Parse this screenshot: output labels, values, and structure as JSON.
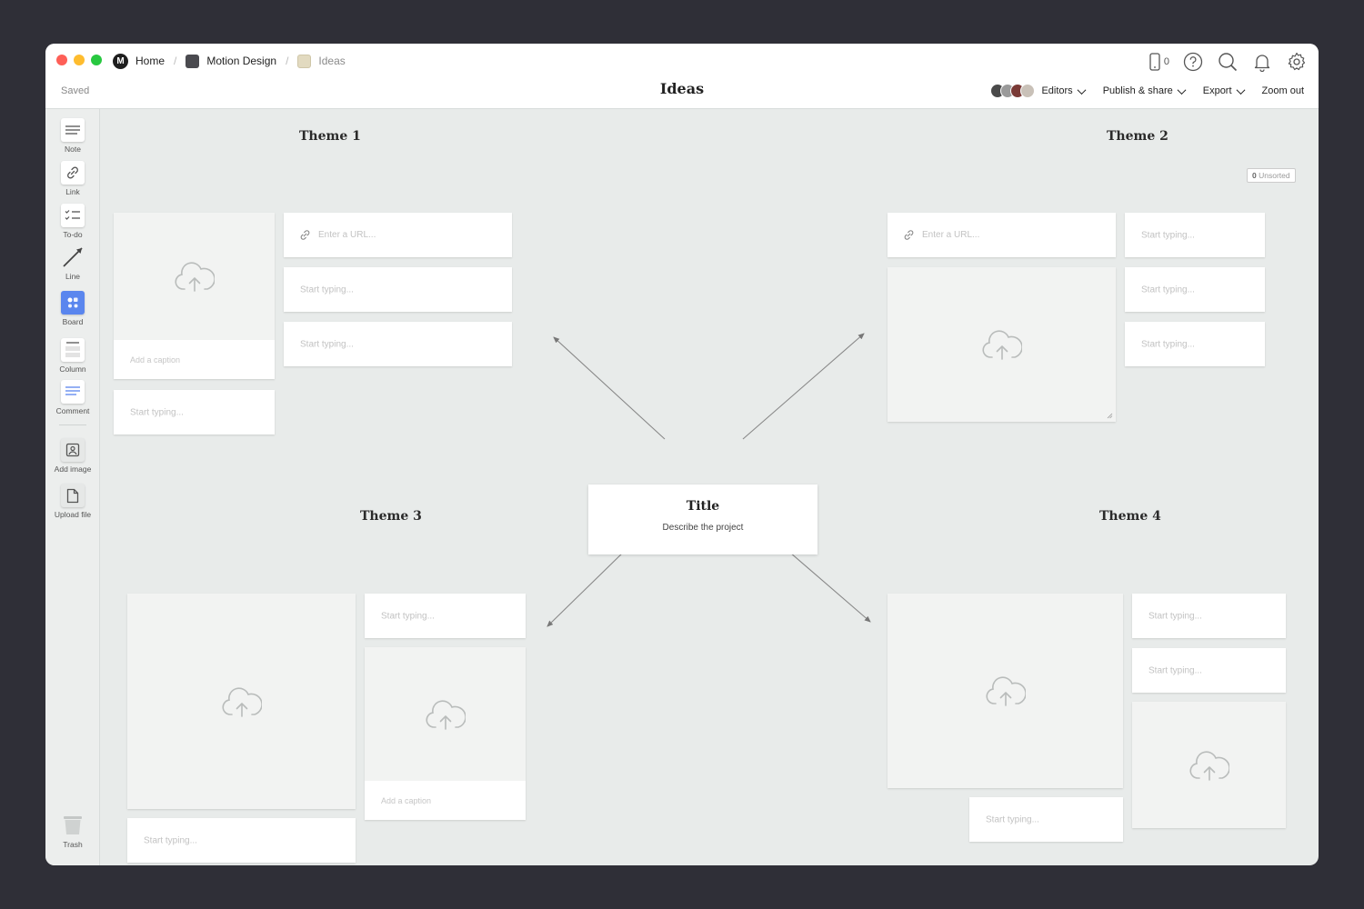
{
  "window": {
    "breadcrumbs": [
      {
        "label": "Home",
        "icon": "milanote-logo-icon"
      },
      {
        "label": "Motion Design",
        "icon": "board-icon",
        "color": "#4a4a4f"
      },
      {
        "label": "Ideas",
        "icon": "board-icon",
        "color": "#d9d0b4"
      }
    ],
    "device_count": "0",
    "saved_status": "Saved",
    "board_title": "Ideas"
  },
  "toolbar": {
    "editors_label": "Editors",
    "publish_label": "Publish & share",
    "export_label": "Export",
    "zoom_label": "Zoom out"
  },
  "sidebar": {
    "tools": [
      {
        "label": "Note",
        "icon": "note-icon"
      },
      {
        "label": "Link",
        "icon": "link-icon"
      },
      {
        "label": "To-do",
        "icon": "todo-icon"
      },
      {
        "label": "Line",
        "icon": "line-icon"
      },
      {
        "label": "Board",
        "icon": "board-icon",
        "color": "#5a86ee"
      },
      {
        "label": "Column",
        "icon": "column-icon"
      },
      {
        "label": "Comment",
        "icon": "comment-icon"
      },
      {
        "label": "Add image",
        "icon": "image-icon"
      },
      {
        "label": "Upload file",
        "icon": "file-icon"
      }
    ],
    "trash_label": "Trash"
  },
  "canvas": {
    "unsorted_count": "0",
    "unsorted_label": "Unsorted",
    "themes": [
      "Theme 1",
      "Theme 2",
      "Theme 3",
      "Theme 4"
    ],
    "url_placeholder": "Enter a URL...",
    "note_placeholder": "Start typing...",
    "caption_placeholder": "Add a caption",
    "center_card": {
      "title": "Title",
      "description": "Describe the project"
    }
  }
}
